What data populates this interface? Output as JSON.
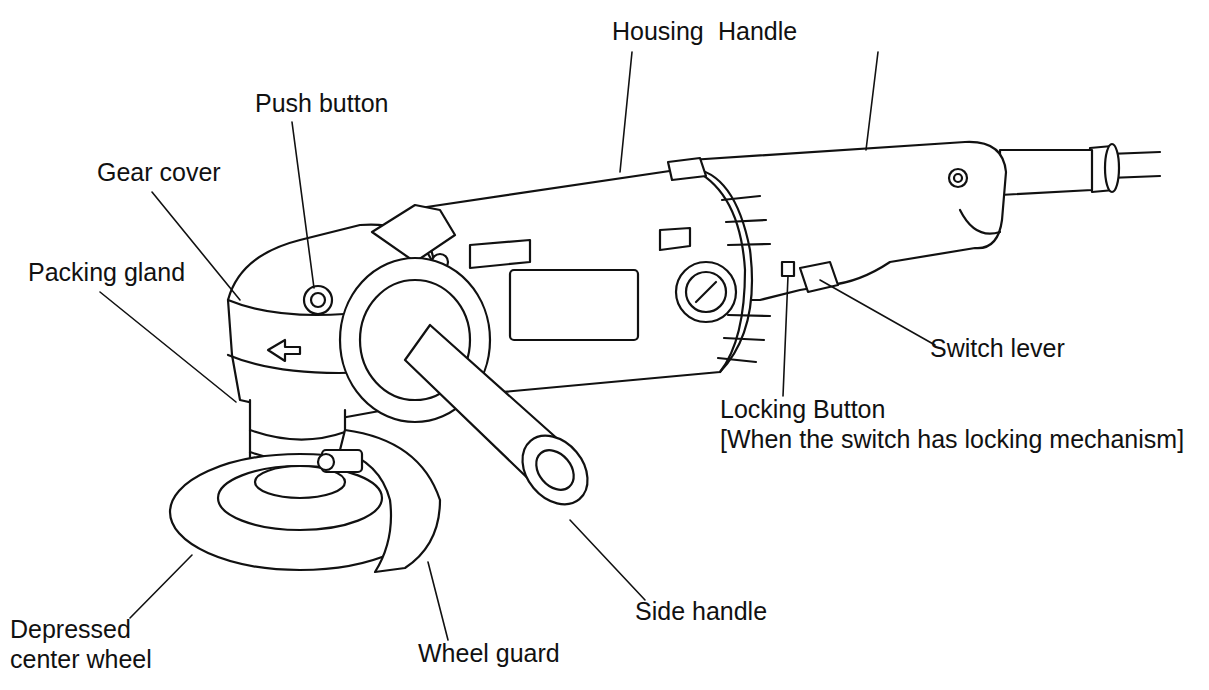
{
  "diagram": {
    "labels": [
      "Housing",
      "Handle",
      "Push button",
      "Gear cover",
      "Packing gland",
      "Switch lever",
      "Locking Button",
      "[When the switch has locking mechanism]",
      "Depressed center wheel",
      "Side handle",
      "Wheel guard"
    ]
  }
}
